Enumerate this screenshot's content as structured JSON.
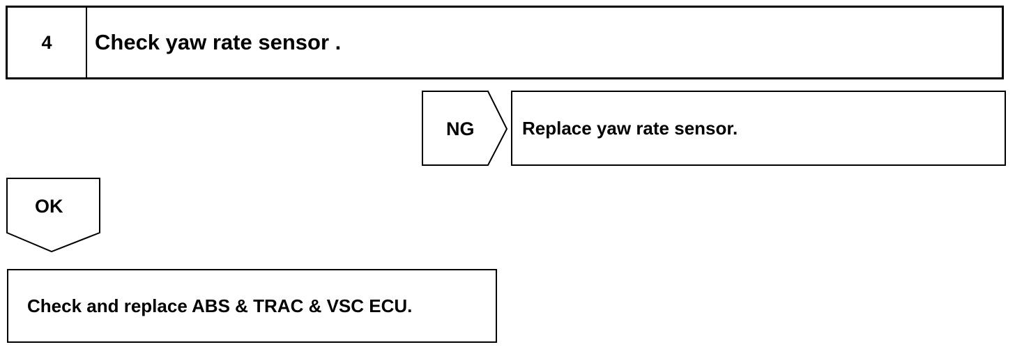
{
  "step": {
    "number": "4",
    "title": "Check yaw rate sensor ."
  },
  "ng_branch": {
    "label": "NG",
    "action": "Replace yaw rate sensor."
  },
  "ok_branch": {
    "label": "OK",
    "action": "Check and replace ABS & TRAC & VSC ECU."
  }
}
